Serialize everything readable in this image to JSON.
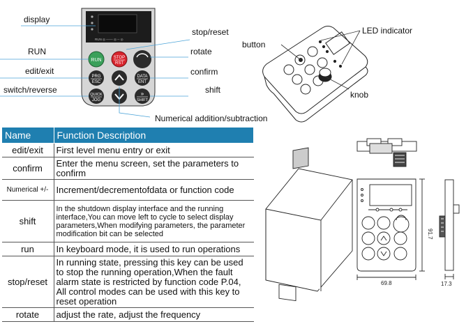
{
  "callouts": {
    "display": "display",
    "stop_reset": "stop/reset",
    "run": "RUN",
    "rotate": "rotate",
    "edit_exit": "edit/exit",
    "confirm": "confirm",
    "switch_reverse": "switch/reverse",
    "shift": "shift",
    "numerical": "Numerical addition/subtraction",
    "button": "button",
    "led_indicator": "LED indicator",
    "knob": "knob"
  },
  "keys": {
    "run": "RUN",
    "stop": "STOP",
    "rst": "RST",
    "prg": "PRG",
    "esc": "ESC",
    "data": "DATA",
    "ent": "ENT",
    "quick": "QUICK",
    "jog": "JOG",
    "shift_arrows": "»",
    "shift": "SHIFT",
    "display_legend": "RUN ◎ ─── ◎ ─ ◎"
  },
  "table": {
    "header_name": "Name",
    "header_desc": "Function Description",
    "rows": [
      {
        "name": "edit/exit",
        "desc": "First level menu entry or exit"
      },
      {
        "name": "confirm",
        "desc": "Enter the menu screen, set the parameters to confirm"
      },
      {
        "name": "Numerical +/-",
        "desc": "Increment/decrementofdata or function code"
      },
      {
        "name": "shift",
        "desc": "In the shutdown display interface and the running interface,You can move left to cycle to select display parameters,When modifying parameters, the parameter modification bit can be selected"
      },
      {
        "name": "run",
        "desc": "In keyboard mode, it is used to run operations"
      },
      {
        "name": "stop/reset",
        "desc": "In running state, pressing this key can be used to stop the running operation,When the fault alarm state is restricted by function code P.04, All control modes can be used with this key to reset operation"
      },
      {
        "name": "rotate",
        "desc": "adjust the rate, adjust the frequency"
      }
    ]
  },
  "dimensions": {
    "height": "91.7",
    "width": "69.8",
    "depth": "17.3"
  },
  "colors": {
    "header_bg": "#1f7fb0",
    "run_key": "#3aa05a",
    "stop_key": "#d8242c",
    "dark_key": "#2b2b2b",
    "callout_line": "#4aa3d8",
    "leader_line": "#333333"
  }
}
